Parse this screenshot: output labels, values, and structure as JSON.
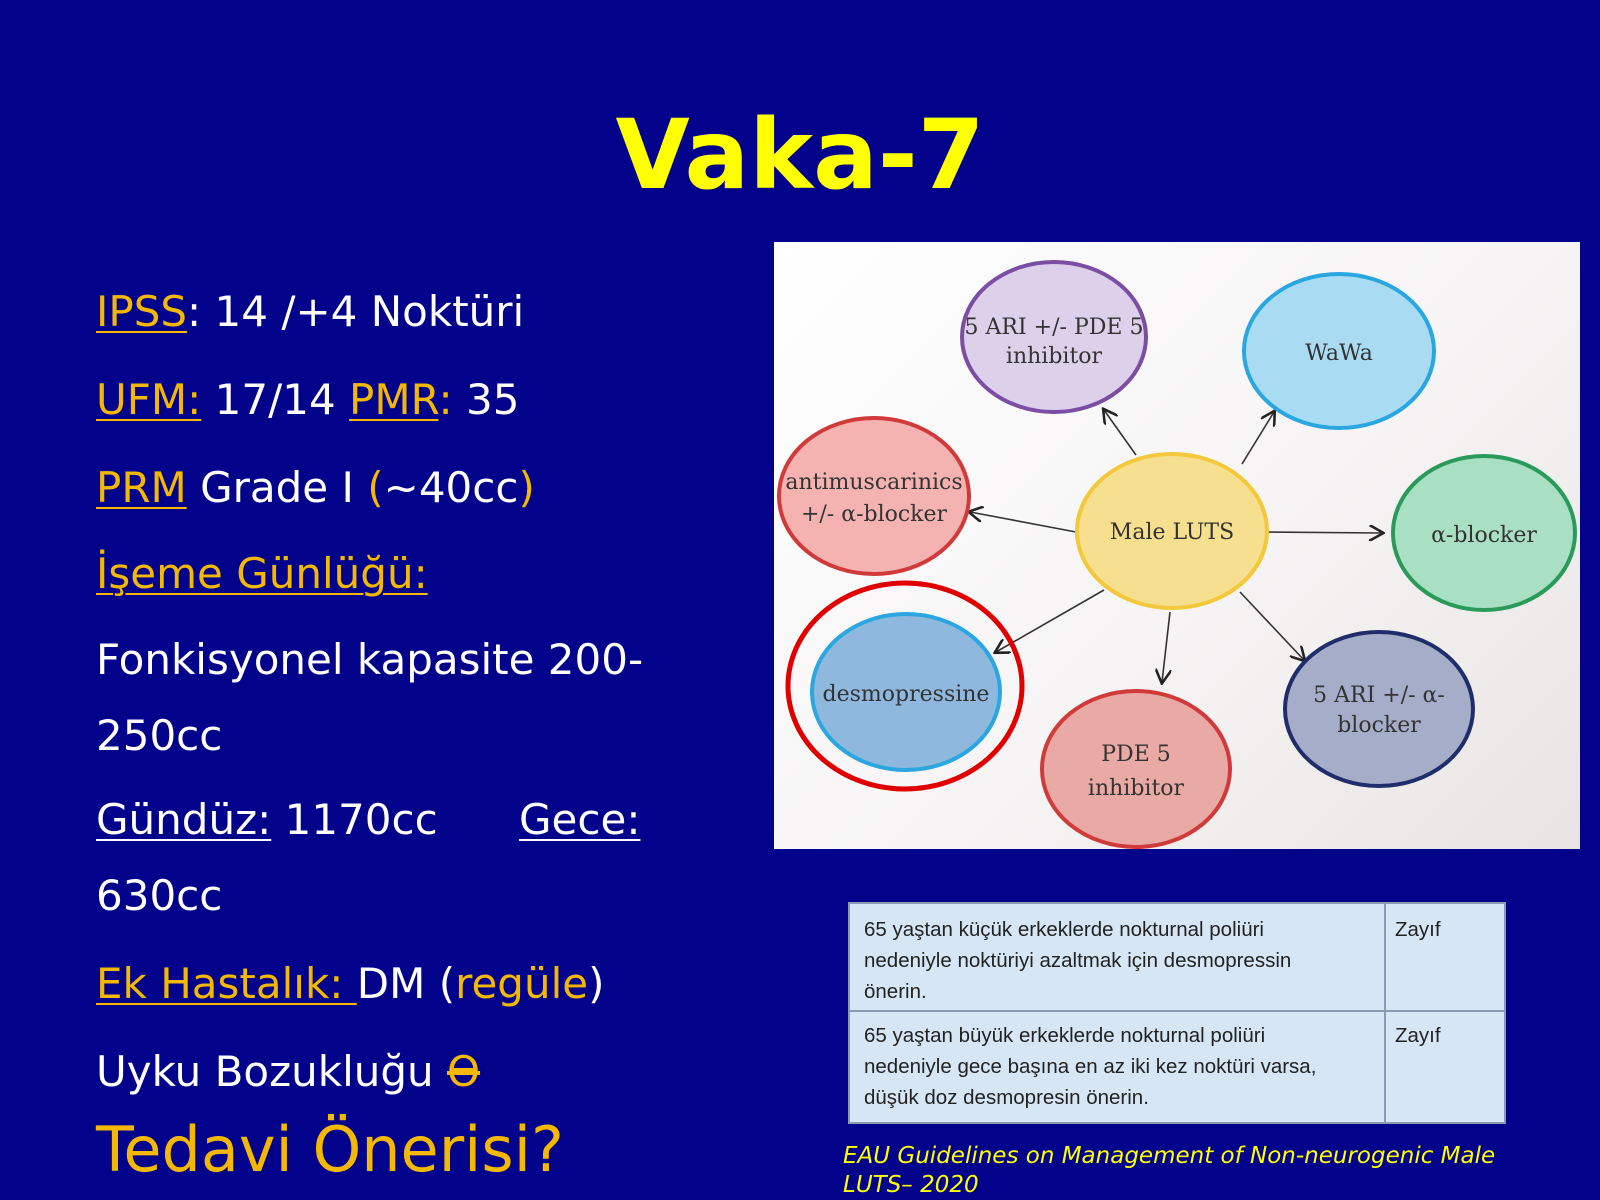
{
  "title": "Vaka-7",
  "left": {
    "ipss_label": "IPSS",
    "ipss_value": ": 14 /+4 Noktüri",
    "ufm_label": "UFM:",
    "ufm_value": " 17/14 ",
    "pmr_label": "PMR",
    "pmr_colon": ":",
    "pmr_value": " 35",
    "prm_label": "PRM",
    "prm_value": " Grade I ",
    "prm_paren_open": "(",
    "prm_volume": "~40cc",
    "prm_paren_close": ")",
    "diary_label": "İşeme Günlüğü: ",
    "capacity_line1": "Fonkisyonel kapasite 200-",
    "capacity_line2": "250cc",
    "day_label": "Gündüz:",
    "day_value": " 1170cc",
    "night_label": "Gece:",
    "night_value": "630cc",
    "comorbidity_label": "Ek Hastalık: ",
    "comorbidity_value": "DM (",
    "comorbidity_status": "regüle",
    "comorbidity_close": ")",
    "sleep_label": "Uyku Bozukluğu ",
    "sleep_symbol": "Ө",
    "question": "Tedavi Önerisi?"
  },
  "diagram": {
    "center": "Male LUTS",
    "nodes": {
      "ari_pde5_l1": "5 ARI +/- PDE 5",
      "ari_pde5_l2": "inhibitor",
      "wawa": "WaWa",
      "antimusc_l1": "antimuscarinics",
      "antimusc_l2": "+/- α-blocker",
      "alpha": "α-blocker",
      "desmo": "desmopressine",
      "pde5_l1": "PDE 5",
      "pde5_l2": "inhibitor",
      "ari_alpha_l1": "5 ARI +/- α-",
      "ari_alpha_l2": "blocker"
    },
    "colors": {
      "purple": "#7b4ea3",
      "blue": "#2aa7e0",
      "red": "#d13a3a",
      "yellow": "#f3c83a",
      "green": "#2a9a5a",
      "navy": "#1f2d6b",
      "highlight": "#e00000"
    }
  },
  "table": {
    "rows": [
      {
        "l1": "65 yaştan küçük erkeklerde nokturnal poliüri",
        "l2": "nedeniyle noktüriyi azaltmak için desmopressin",
        "l3": "önerin.",
        "strength": "Zayıf"
      },
      {
        "l1": "65 yaştan büyük erkeklerde nokturnal poliüri",
        "l2": "nedeniyle gece başına en az iki kez noktüri varsa,",
        "l3": "düşük doz desmopresin önerin.",
        "strength": "Zayıf"
      }
    ]
  },
  "citation": {
    "line1": "EAU Guidelines on Management of Non-neurogenic Male",
    "line2": "LUTS– 2020"
  }
}
